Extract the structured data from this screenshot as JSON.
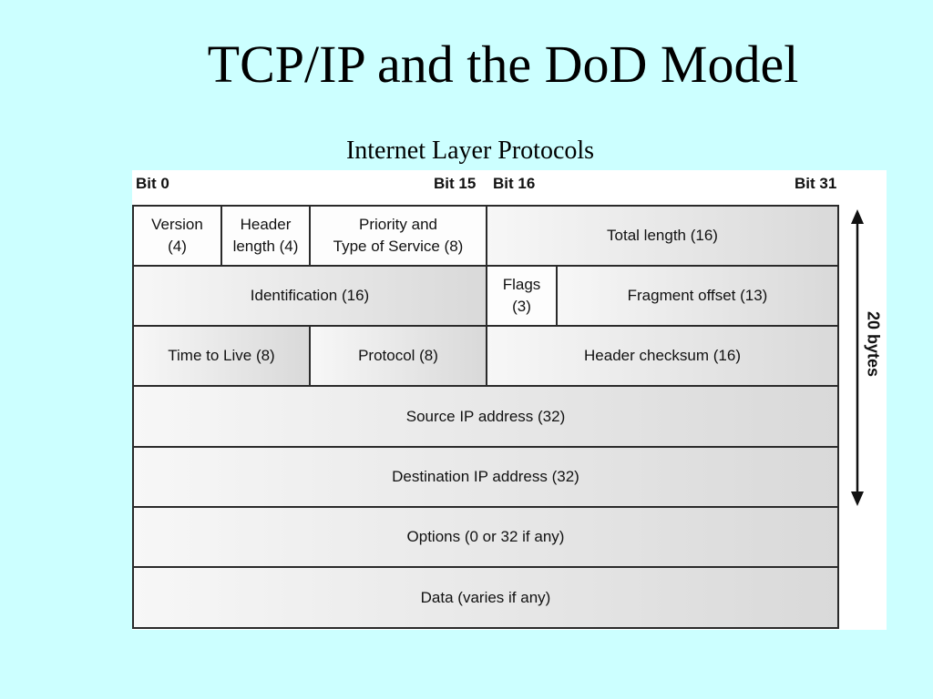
{
  "title": "TCP/IP and the DoD Model",
  "subtitle": "Internet Layer Protocols",
  "bits": {
    "bit0": "Bit 0",
    "bit15": "Bit 15",
    "bit16": "Bit 16",
    "bit31": "Bit 31"
  },
  "fields": {
    "version": [
      "Version",
      "(4)"
    ],
    "header_length": [
      "Header",
      "length (4)"
    ],
    "priority_tos": [
      "Priority and",
      "Type of Service (8)"
    ],
    "total_length": "Total length (16)",
    "identification": "Identification (16)",
    "flags": [
      "Flags",
      "(3)"
    ],
    "fragment_offset": "Fragment offset (13)",
    "ttl": "Time to Live (8)",
    "protocol": "Protocol (8)",
    "header_checksum": "Header checksum (16)",
    "source_ip": "Source IP address (32)",
    "destination_ip": "Destination IP address (32)",
    "options": "Options (0 or 32 if any)",
    "data": "Data (varies if any)"
  },
  "size_label": "20 bytes"
}
